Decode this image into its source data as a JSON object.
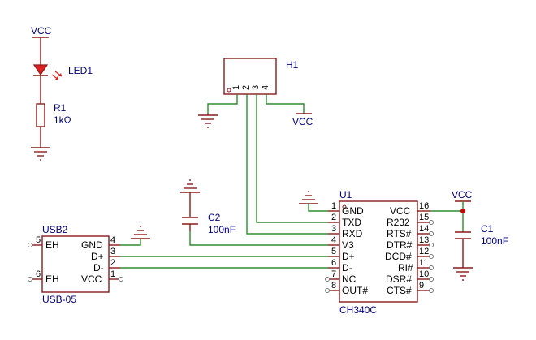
{
  "led_section": {
    "vcc_label": "VCC",
    "led_ref": "LED1",
    "r_ref": "R1",
    "r_value": "1kΩ"
  },
  "header": {
    "ref": "H1",
    "pins": [
      "1",
      "2",
      "3",
      "4"
    ],
    "vcc_label": "VCC"
  },
  "c2": {
    "ref": "C2",
    "value": "100nF"
  },
  "c1": {
    "ref": "C1",
    "value": "100nF",
    "vcc_label": "VCC"
  },
  "usb": {
    "ref": "USB2",
    "part": "USB-05",
    "left_pins": [
      {
        "num": "5",
        "name": "EH"
      },
      {
        "num": "6",
        "name": "EH"
      }
    ],
    "right_pins": [
      {
        "num": "4",
        "name": "GND"
      },
      {
        "num": "3",
        "name": "D+"
      },
      {
        "num": "2",
        "name": "D-"
      },
      {
        "num": "1",
        "name": "VCC"
      }
    ]
  },
  "ic": {
    "ref": "U1",
    "part": "CH340C",
    "left_pins": [
      {
        "num": "1",
        "name": "GND"
      },
      {
        "num": "2",
        "name": "TXD"
      },
      {
        "num": "3",
        "name": "RXD"
      },
      {
        "num": "4",
        "name": "V3"
      },
      {
        "num": "5",
        "name": "D+"
      },
      {
        "num": "6",
        "name": "D-"
      },
      {
        "num": "7",
        "name": "NC"
      },
      {
        "num": "8",
        "name": "OUT#"
      }
    ],
    "right_pins": [
      {
        "num": "16",
        "name": "VCC"
      },
      {
        "num": "15",
        "name": "R232"
      },
      {
        "num": "14",
        "name": "RTS#"
      },
      {
        "num": "13",
        "name": "DTR#"
      },
      {
        "num": "12",
        "name": "DCD#"
      },
      {
        "num": "11",
        "name": "RI#"
      },
      {
        "num": "10",
        "name": "DSR#"
      },
      {
        "num": "9",
        "name": "CTS#"
      }
    ]
  },
  "colors": {
    "wire": "#2e8b2e",
    "part": "#8b1a1a",
    "reference": "#00007a",
    "junction": "#cc0000"
  }
}
